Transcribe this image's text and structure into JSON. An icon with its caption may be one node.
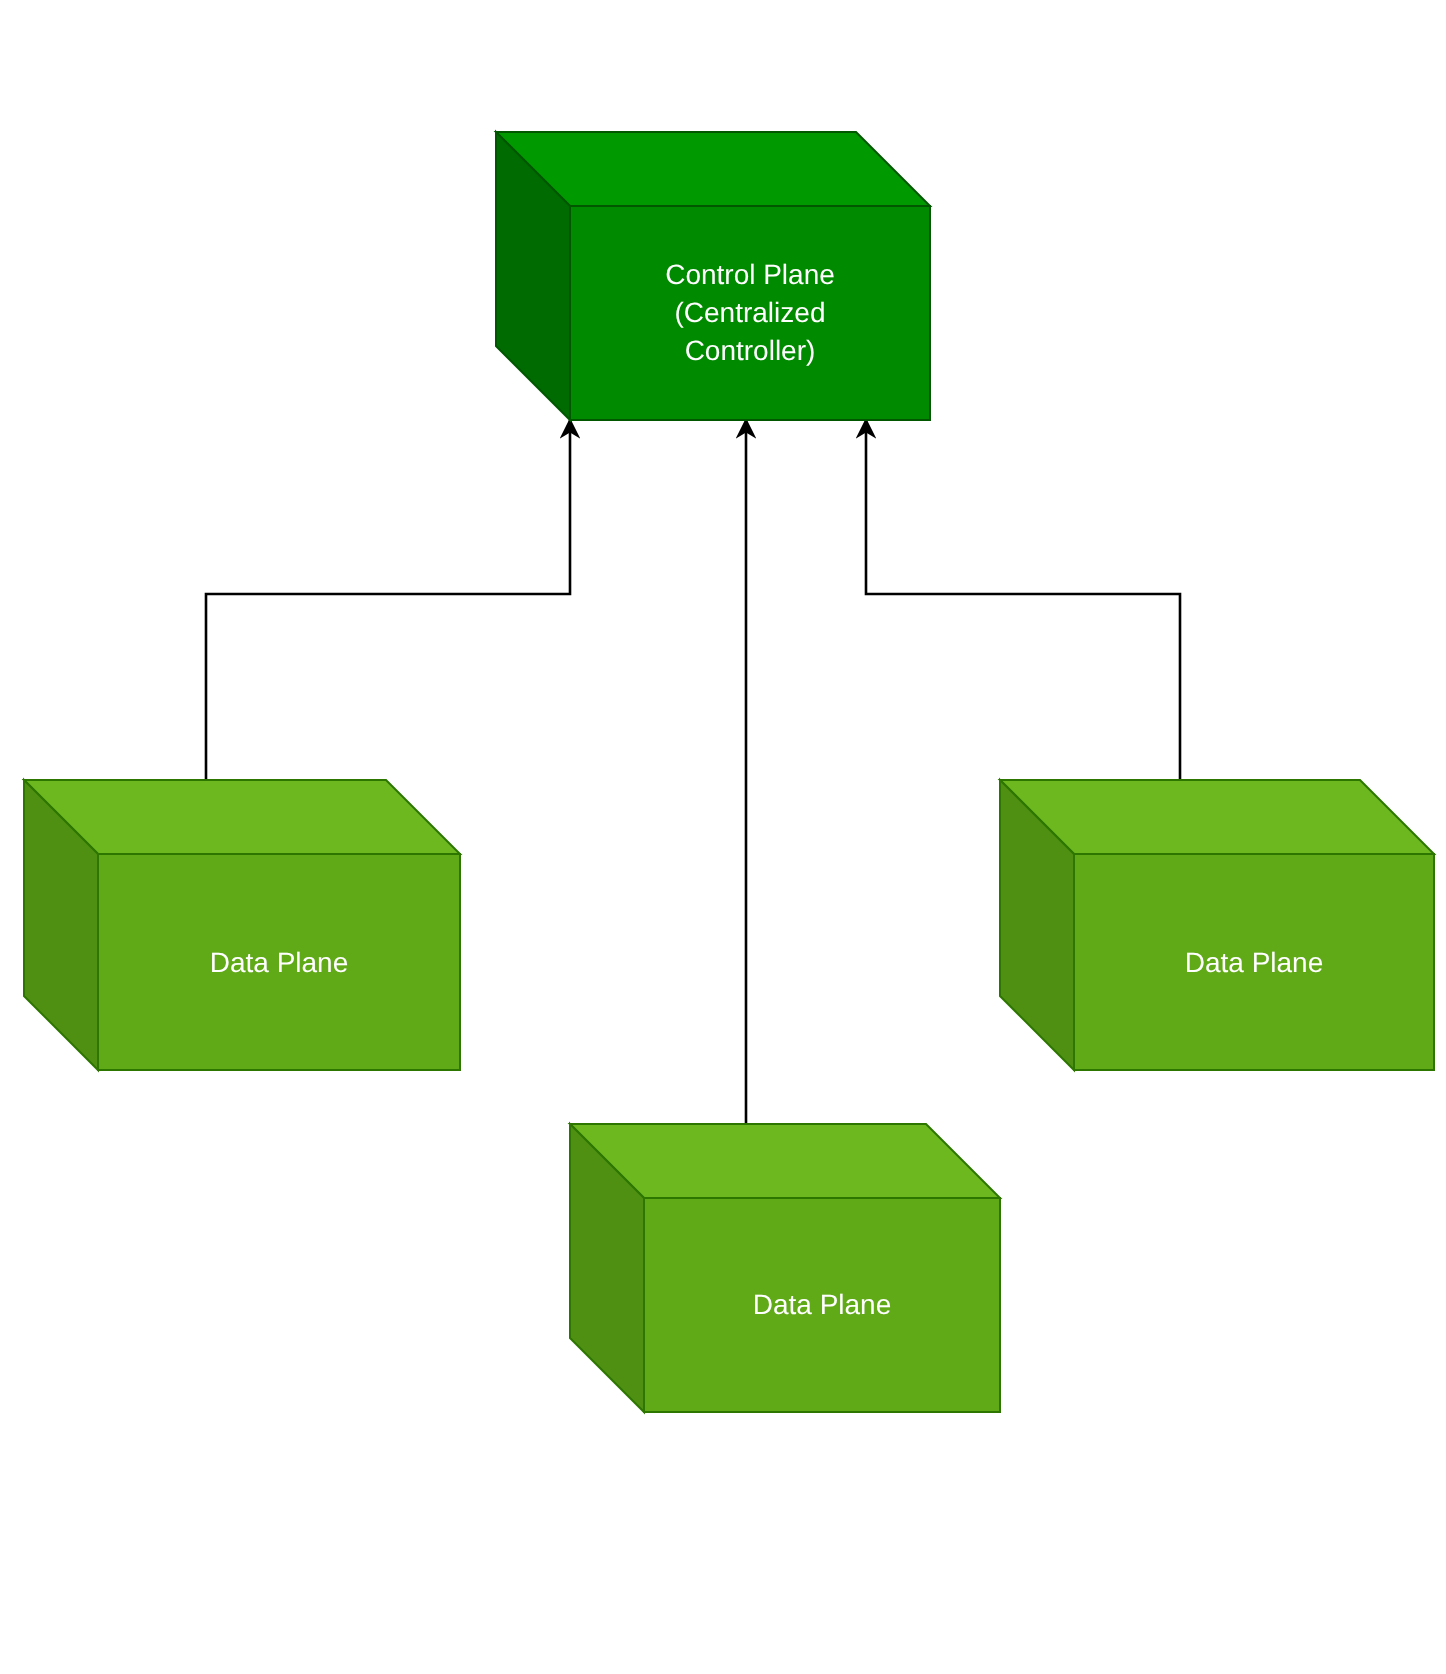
{
  "diagram": {
    "nodes": [
      {
        "text": [
          "Control Plane (Centralized Controller)"
        ]
      },
      {
        "text": [
          "Data Plane"
        ]
      },
      {
        "text": [
          "Data Plane"
        ]
      },
      {
        "text": [
          "Data Plane"
        ]
      }
    ],
    "edges": [
      {
        "from": 1,
        "to": 0,
        "arrow": "to"
      },
      {
        "from": 2,
        "to": 0,
        "arrow": "to"
      },
      {
        "from": 3,
        "to": 0,
        "arrow": "to"
      }
    ]
  }
}
